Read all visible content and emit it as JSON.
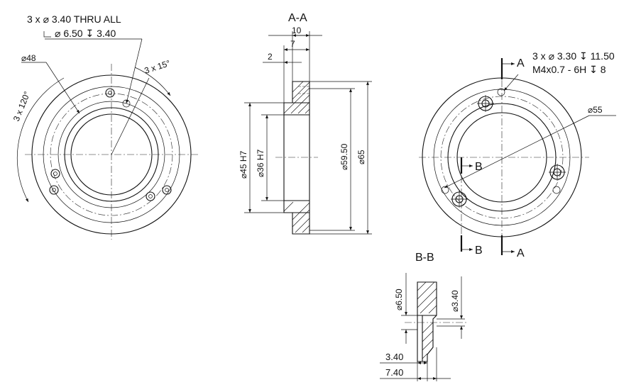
{
  "front_view": {
    "hole_callout_line1": "3 x ⌀ 3.40 THRU ALL",
    "hole_callout_line2": "⌀ 6.50 ↧ 3.40",
    "dia_label": "⌀48",
    "angle_label_15": "3 x 15°",
    "angle_label_120": "3 x 120°"
  },
  "section_aa": {
    "title": "A-A",
    "dim_top": "10",
    "dim_mid": "7",
    "dim_small": "2",
    "dia_45": "⌀45 H7",
    "dia_36": "⌀36 H7",
    "dia_5950": "⌀59.50",
    "dia_65": "⌀65"
  },
  "back_view": {
    "callout_line1": "3 x ⌀ 3.30 ↧ 11.50",
    "callout_line2": "M4x0.7 - 6H ↧ 8",
    "dia_55": "⌀55",
    "cut_a": "A",
    "cut_b": "B"
  },
  "section_bb": {
    "title": "B-B",
    "dia_650": "⌀6.50",
    "dia_340": "⌀3.40",
    "dim_340": "3.40",
    "dim_740": "7.40"
  }
}
